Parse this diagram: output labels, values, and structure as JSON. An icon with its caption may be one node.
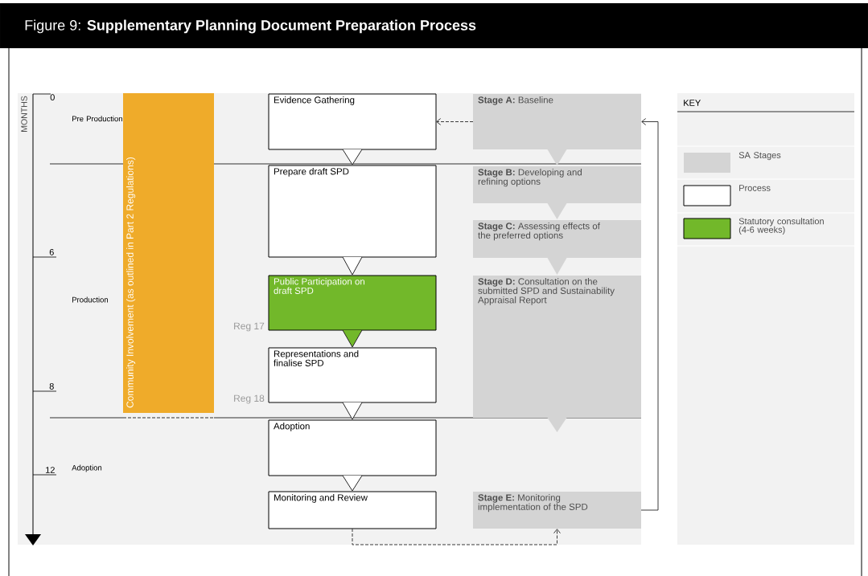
{
  "diagram": {
    "title": "Figure 9: **Supplementary Planning Document Preparation Process**",
    "nodes": [
      {
        "text": [
          "Evidence Gathering"
        ]
      },
      {
        "text": [
          "Prepare draft SPD"
        ]
      },
      {
        "text": [
          "Public Participation on draft SPD"
        ]
      },
      {
        "text": [
          "Representations and finalise SPD"
        ]
      },
      {
        "text": [
          "Adoption"
        ]
      },
      {
        "text": [
          "Monitoring and Review"
        ]
      },
      {
        "text": [
          "**Stage A:** Baseline"
        ]
      },
      {
        "text": [
          "**Stage B:** Developing and refining options"
        ]
      },
      {
        "text": [
          "**Stage C:** Assessing effects of the preferred options"
        ]
      },
      {
        "text": [
          "**Stage D:** Consultation on the submitted SPD and Sustainability Appraisal Report"
        ]
      },
      {
        "text": [
          "**Stage E:** Monitoring implementation of the SPD"
        ]
      },
      {
        "text": [
          "Community Involvement (as outlined in Part 2 Regulations)"
        ]
      }
    ],
    "edges": [
      {
        "from": 0,
        "to": 1,
        "arrow": "to"
      },
      {
        "from": 1,
        "to": 2,
        "arrow": "to"
      },
      {
        "from": 2,
        "to": 3,
        "arrow": "to"
      },
      {
        "from": 3,
        "to": 4,
        "arrow": "to"
      },
      {
        "from": 4,
        "to": 5,
        "arrow": "to"
      },
      {
        "from": 6,
        "to": 0,
        "arrow": "to",
        "style": "dashed"
      },
      {
        "from": 6,
        "to": 7,
        "arrow": "to"
      },
      {
        "from": 7,
        "to": 8,
        "arrow": "to"
      },
      {
        "from": 8,
        "to": 9,
        "arrow": "to"
      },
      {
        "from": 5,
        "to": 10,
        "arrow": "to",
        "style": "dashed"
      },
      {
        "from": 10,
        "to": 6,
        "arrow": "to"
      }
    ],
    "labels": [
      "MONTHS",
      "0",
      "Pre Production",
      "6",
      "Production",
      "Reg 17",
      "8",
      "Reg 18",
      "12",
      "Adoption",
      "KEY"
    ],
    "legend": [
      {
        "text": "SA Stages",
        "color": "#d4d4d4"
      },
      {
        "text": "Process",
        "color": "#ffffff"
      },
      {
        "text": "Statutory consultation (4-6 weeks)",
        "color": "#72b82a"
      }
    ]
  }
}
